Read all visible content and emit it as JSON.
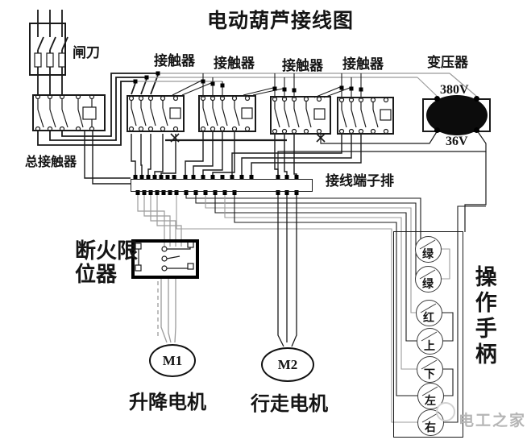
{
  "title": "电动葫芦接线图",
  "components": {
    "knife_switch": "闸刀",
    "main_contactor": "总接触器",
    "contactor_labels": [
      "接触器",
      "接触器",
      "接触器",
      "接触器"
    ],
    "transformer": {
      "label": "变压器",
      "primary_voltage": "380V",
      "secondary_voltage": "36V"
    },
    "terminal_strip": "接线端子排",
    "limiter": {
      "line1": "断火限",
      "line2": "位器"
    },
    "motors": [
      {
        "id": "M1",
        "caption": "升降电机"
      },
      {
        "id": "M2",
        "caption": "行走电机"
      }
    ],
    "handle": {
      "label": "操作手柄",
      "buttons": [
        {
          "label": "绿"
        },
        {
          "label": "绿"
        },
        {
          "label": "红"
        },
        {
          "label": "上"
        },
        {
          "label": "下"
        },
        {
          "label": "左"
        },
        {
          "label": "右"
        }
      ]
    }
  },
  "watermark": "电工之家",
  "colors": {
    "wire": "#1a1a1a",
    "wire_gray": "#9b9b9b",
    "limiter_border": "#000000",
    "transformer_core": "#0c0c0c",
    "watermark": "#b5b5b5"
  }
}
